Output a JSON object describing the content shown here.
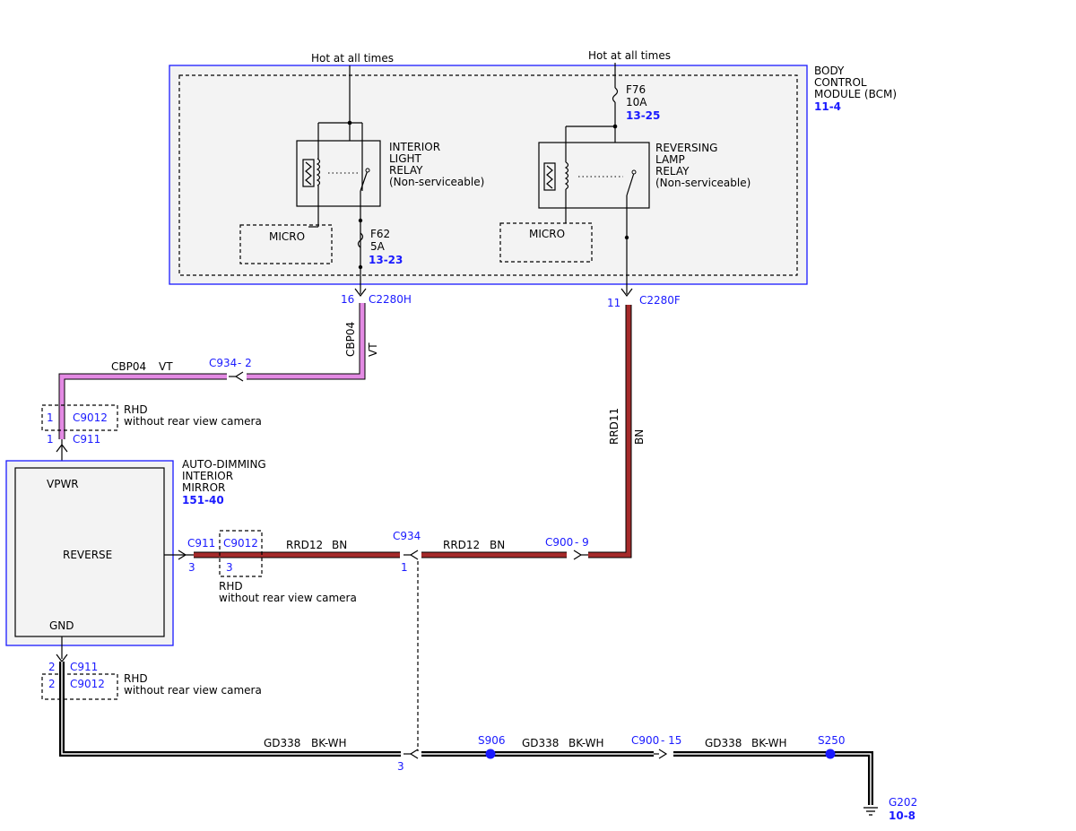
{
  "labels": {
    "hot1": "Hot at all times",
    "hot2": "Hot at all times",
    "bcm_title": [
      "BODY",
      "CONTROL",
      "MODULE (BCM)"
    ],
    "bcm_ref": "11-4",
    "int_relay": [
      "INTERIOR",
      "LIGHT",
      "RELAY",
      "(Non-serviceable)"
    ],
    "rev_relay": [
      "REVERSING",
      "LAMP",
      "RELAY",
      "(Non-serviceable)"
    ],
    "micro1": "MICRO",
    "micro2": "MICRO",
    "f76": [
      "F76",
      "10A"
    ],
    "f76_ref": "13-25",
    "f62": [
      "F62",
      "5A"
    ],
    "f62_ref": "13-23",
    "pin16": "16",
    "c2280h": "C2280H",
    "pin11": "11",
    "c2280f": "C2280F",
    "cbp04_v": "CBP04",
    "vt_v": "VT",
    "cbp04_h": "CBP04",
    "vt_h": "VT",
    "c934_top": "C934",
    "c934_top_pin": "- 2",
    "rrd11": "RRD11",
    "bn_v": "BN",
    "rhd1_pin": "1",
    "rhd1_conn": "C9012",
    "rhd1_text": [
      "RHD",
      "without rear view camera"
    ],
    "c911_top_pin": "1",
    "c911_top": "C911",
    "mirror_title": [
      "AUTO-DIMMING",
      "INTERIOR",
      "MIRROR"
    ],
    "mirror_ref": "151-40",
    "vpwr": "VPWR",
    "reverse": "REVERSE",
    "gnd": "GND",
    "c911_mid": "C911",
    "c9012_mid": "C9012",
    "pin3_a": "3",
    "pin3_b": "3",
    "rrd12_a": "RRD12",
    "bn_a": "BN",
    "c934_mid": "C934",
    "c934_mid_pin": "1",
    "rrd12_b": "RRD12",
    "bn_b": "BN",
    "c900_9": "C900",
    "c900_9_pin": "- 9",
    "rhd2_text": [
      "RHD",
      "without rear view camera"
    ],
    "pin2_a": "2",
    "c911_bot": "C911",
    "pin2_b": "2",
    "c9012_bot": "C9012",
    "rhd3_text": [
      "RHD",
      "without rear view camera"
    ],
    "gd338_a": "GD338",
    "bkwh_a": "BK-WH",
    "pin3_c": "3",
    "s906": "S906",
    "gd338_b": "GD338",
    "bkwh_b": "BK-WH",
    "c900_15": "C900",
    "c900_15_pin": "- 15",
    "gd338_c": "GD338",
    "bkwh_c": "BK-WH",
    "s250": "S250",
    "g202": "G202",
    "g202_ref": "10-8"
  },
  "colors": {
    "vt": "#e38ae3",
    "bn": "#a52a2a",
    "bkwh": "#000000",
    "module": "#1a1aff",
    "splice": "#1a1aff"
  }
}
